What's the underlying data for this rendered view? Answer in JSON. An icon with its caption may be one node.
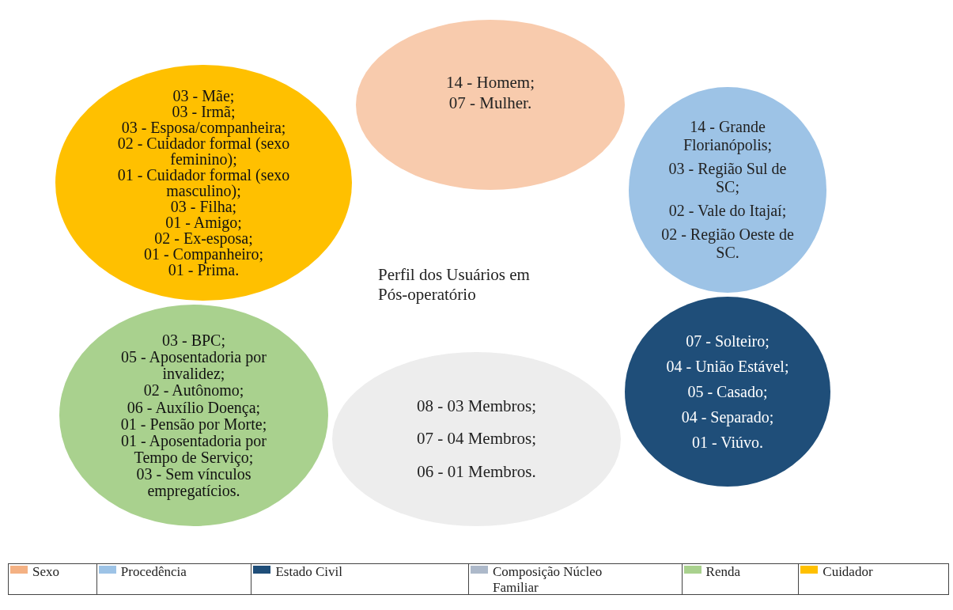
{
  "diagram": {
    "nodes": [
      {
        "text": [
          "03 - Mãe;",
          "03 - Irmã;",
          "03 - Esposa/companheira;",
          "02 - Cuidador formal (sexo feminino);",
          "01 - Cuidador formal (sexo masculino);",
          "03 - Filha;",
          "01 - Amigo;",
          "02 - Ex-esposa;",
          "01 - Companheiro;",
          "01 - Prima."
        ]
      },
      {
        "text": [
          "14 - Homem;",
          "07 - Mulher."
        ]
      },
      {
        "text": [
          "14 - Grande Florianópolis;",
          "03 - Região Sul de SC;",
          "02 - Vale do Itajaí;",
          "02 - Região Oeste de SC."
        ]
      },
      {
        "text": [
          "03 - BPC;",
          "05 - Aposentadoria por invalidez;",
          "02 - Autônomo;",
          "06 - Auxílio Doença;",
          "01 - Pensão por Morte;",
          "01 - Aposentadoria por Tempo de Serviço;",
          "03 - Sem vínculos empregatícios."
        ]
      },
      {
        "text": [
          "08 - 03 Membros;",
          "07 - 04 Membros;",
          "06 - 01 Membros."
        ]
      },
      {
        "text": [
          "07 - Solteiro;",
          "04 - União Estável;",
          "05 - Casado;",
          "04 - Separado;",
          "01 - Viúvo."
        ]
      }
    ],
    "labels": [
      "Perfil dos Usuários em Pós-operatório"
    ],
    "legend": [
      {
        "text": "Sexo",
        "color": "#f4b183"
      },
      {
        "text": "Procedência",
        "color": "#9dc3e6"
      },
      {
        "text": "Estado Civil",
        "color": "#1f4e79"
      },
      {
        "text": "Composição Núcleo Familiar",
        "color": "#adb9ca"
      },
      {
        "text": "Renda",
        "color": "#a9d18e"
      },
      {
        "text": "Cuidador",
        "color": "#ffc000"
      }
    ]
  }
}
